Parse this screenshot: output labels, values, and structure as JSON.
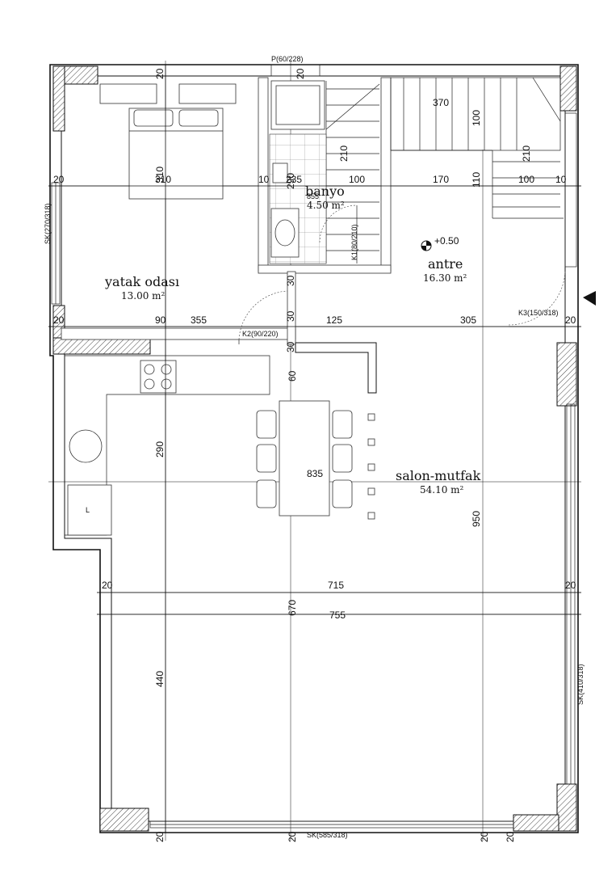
{
  "rooms": [
    {
      "name": "yatak odası",
      "area": "13.00 m²"
    },
    {
      "name": "banyo",
      "area": "4.50 m²"
    },
    {
      "name": "antre",
      "area": "16.30 m²"
    },
    {
      "name": "salon-mutfak",
      "area": "54.10 m²"
    }
  ],
  "level": "+0.50",
  "openings": {
    "p_window": "P(60/228)",
    "sk_left": "SK(270/318)",
    "sk_right": "SK(410/318)",
    "sk_bottom": "SK(585/318)",
    "k1": "K1(80/210)",
    "k2": "K2(90/220)",
    "k3": "K3(150/318)"
  },
  "dims": {
    "top_20_left": "20",
    "top_20_right": "20",
    "stair_370": "370",
    "stair_100_a": "100",
    "stair_210_a": "210",
    "stair_210_b": "210",
    "row1": [
      "20",
      "310",
      "10",
      "235",
      "100",
      "170",
      "100",
      "10"
    ],
    "v_310": "310",
    "v_110": "110",
    "v_855": "855",
    "v_290_bath": "290",
    "v_30_a": "30",
    "v_30_b": "30",
    "v_30_c": "30",
    "row2": [
      "20",
      "90",
      "355",
      "125",
      "305",
      "20"
    ],
    "v_60": "60",
    "v_290_kitchen": "290",
    "h_835": "835",
    "v_950": "950",
    "row3": [
      "20",
      "715",
      "20"
    ],
    "v_670": "670",
    "h_755": "755",
    "v_440": "440",
    "bottom_20_a": "20",
    "bottom_20_b": "20",
    "bottom_20_c": "20",
    "bottom_20_d": "20",
    "fridge": "L"
  }
}
